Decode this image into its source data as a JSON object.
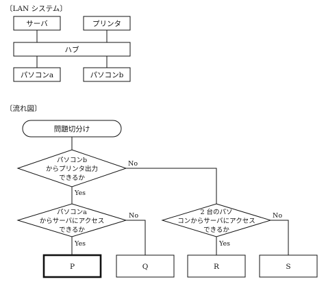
{
  "lan_section": {
    "heading": "〔LAN システム〕",
    "server": "サーバ",
    "printer": "プリンタ",
    "hub": "ハブ",
    "pc_a": "パソコンa",
    "pc_b": "パソコンb"
  },
  "flow_section": {
    "heading": "〔流れ図〕",
    "start": "問題切分け",
    "decision1": [
      "パソコンb",
      "からプリンタ出力",
      "できるか"
    ],
    "decision2": [
      "パソコンa",
      "からサーバにアクセス",
      "できるか"
    ],
    "decision3": [
      "2 台のパソ",
      "コンからサーバにアクセス",
      "できるか"
    ],
    "yes_label": "Yes",
    "no_label": "No",
    "outcomes": [
      "P",
      "Q",
      "R",
      "S"
    ]
  }
}
